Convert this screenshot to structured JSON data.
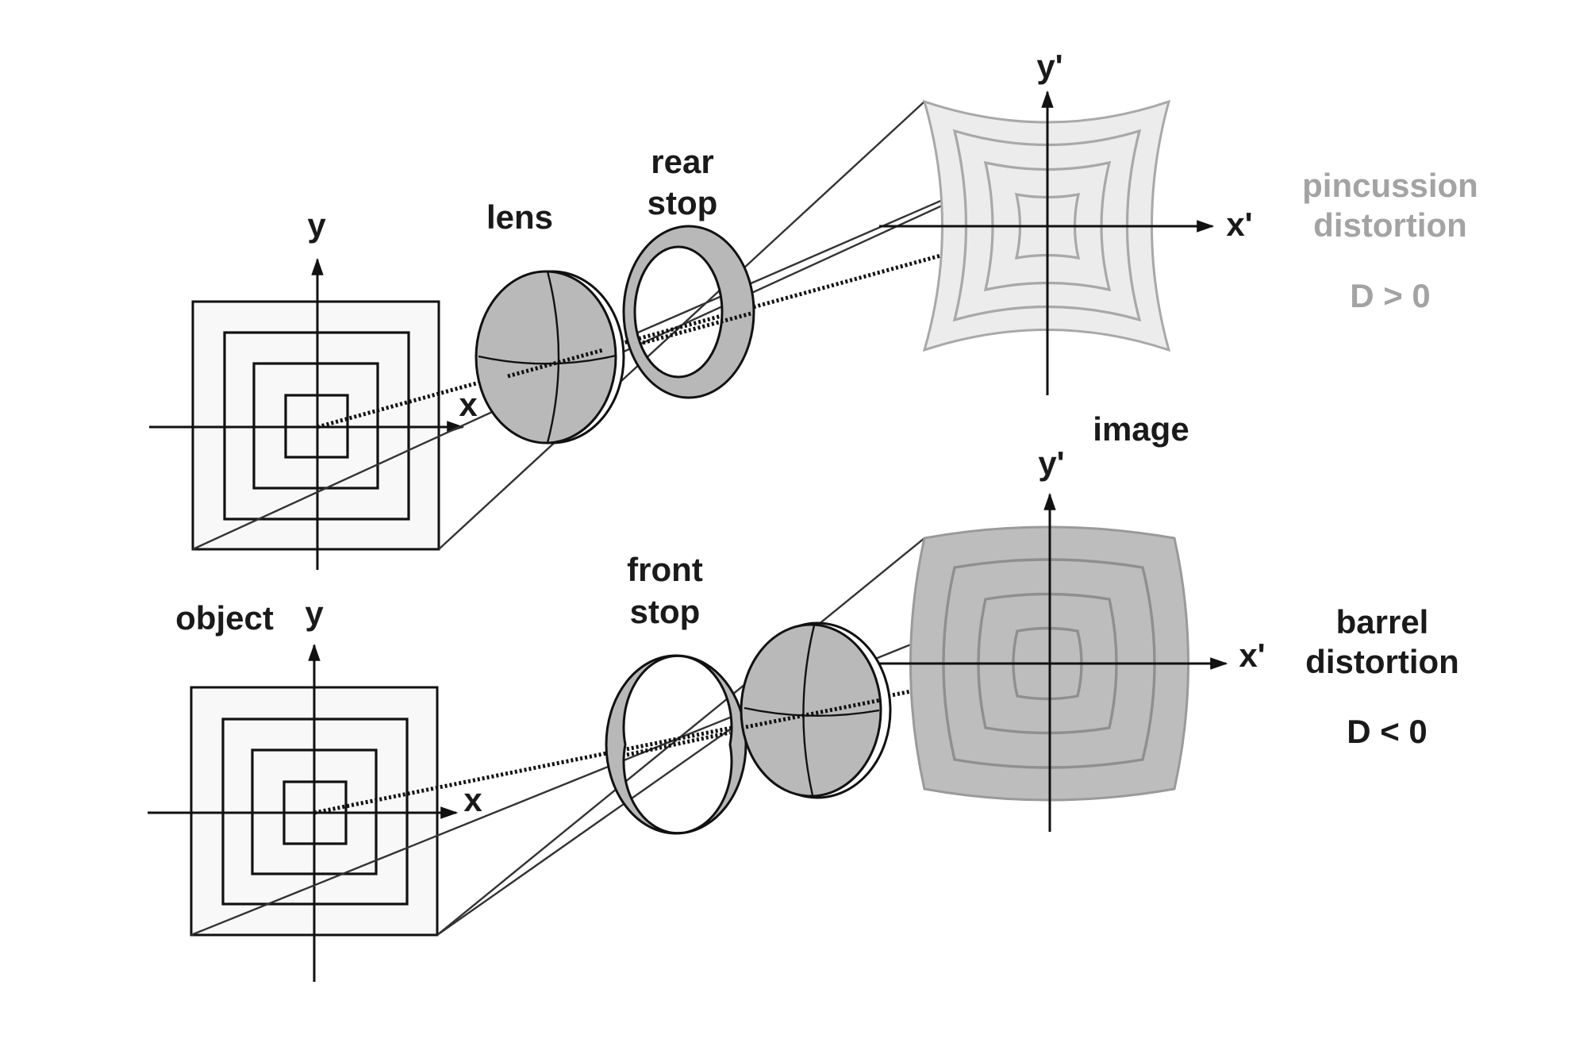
{
  "top": {
    "object_axis_y": "y",
    "object_axis_x": "x",
    "lens_label": "lens",
    "stop_label_line1": "rear",
    "stop_label_line2": "stop",
    "image_axis_y": "y'",
    "image_axis_x": "x'",
    "distortion_line1": "pincussion",
    "distortion_line2": "distortion",
    "condition": "D > 0"
  },
  "middle": {
    "image_label": "image"
  },
  "bottom": {
    "object_label": "object",
    "object_axis_y": "y",
    "object_axis_x": "x",
    "stop_label_line1": "front",
    "stop_label_line2": "stop",
    "image_axis_y": "y'",
    "image_axis_x": "x'",
    "distortion_line1": "barrel",
    "distortion_line2": "distortion",
    "condition": "D < 0"
  },
  "colors": {
    "pincushion_text": "#a3a3a3",
    "barrel_text": "#1a1a1a",
    "component_fill": "#b9b9b9"
  }
}
